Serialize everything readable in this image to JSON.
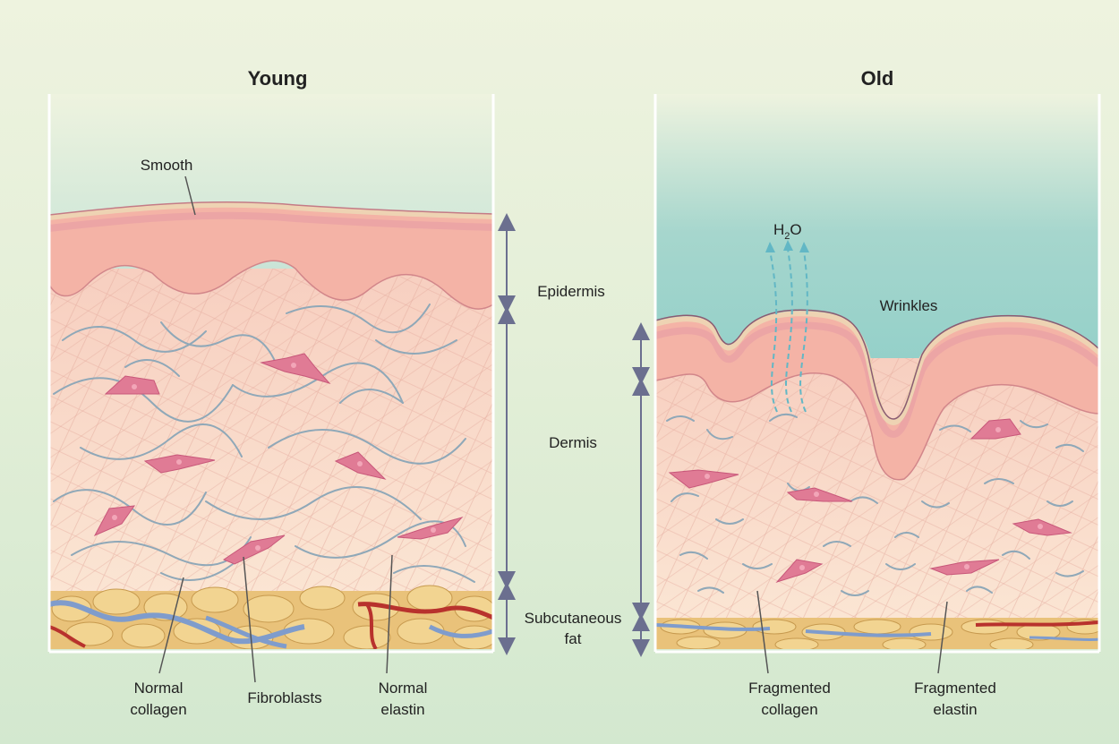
{
  "panels": {
    "young": {
      "title": "Young",
      "surface_label": "Smooth"
    },
    "old": {
      "title": "Old",
      "surface_label": "Wrinkles",
      "water_label": "H",
      "water_subscript": "2",
      "water_suffix": "O"
    }
  },
  "layers": {
    "epidermis": "Epidermis",
    "dermis": "Dermis",
    "subcutaneous_line1": "Subcutaneous",
    "subcutaneous_line2": "fat"
  },
  "callouts": {
    "normal_collagen": [
      "Normal",
      "collagen"
    ],
    "fibroblasts": "Fibroblasts",
    "normal_elastin": [
      "Normal",
      "elastin"
    ],
    "fragmented_collagen": [
      "Fragmented",
      "collagen"
    ],
    "fragmented_elastin": [
      "Fragmented",
      "elastin"
    ]
  },
  "colors": {
    "sky": "#a9d7cf",
    "epidermis": "#f4b3a6",
    "dermis": "#f8d9c6",
    "fibroblast": "#e07b95",
    "elastin": "#8fa8b8",
    "fat": "#edc878",
    "vessel_blue": "#7f9ccc",
    "vessel_red": "#b8322d",
    "arrow": "#6b6f8f"
  }
}
